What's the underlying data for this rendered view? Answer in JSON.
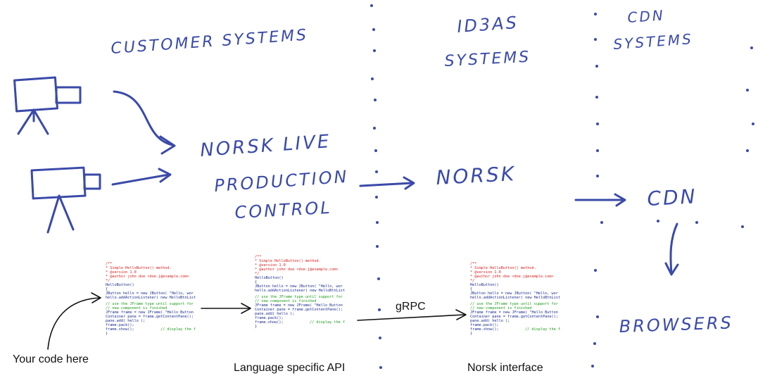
{
  "sketch": {
    "customer_systems": "CUSTOMER SYSTEMS",
    "id3as_line1": "ID3AS",
    "id3as_line2": "SYSTEMS",
    "cdn_systems_line1": "CDN",
    "cdn_systems_line2": "SYSTEMS",
    "norsk_live": "NORSK LIVE",
    "production": "PRODUCTION",
    "control": "CONTROL",
    "norsk": "NORSK",
    "cdn": "CDN",
    "browsers": "BROWSERS"
  },
  "code_snippet": {
    "comment_lines": [
      "/**",
      " * Simple HelloButton() method.",
      " * @version 1.0",
      " * @author john doe <doe.j@example.com>",
      " */"
    ],
    "body_lines": [
      "HelloButton()",
      "{",
      "  JButton hello = new JButton( \"Hello, wor",
      "  hello.addActionListener( new HelloBtnList"
    ],
    "green_lines": [
      "  // use the JFrame type until support for",
      "  // new component is finished"
    ],
    "tail_lines": [
      "  JFrame frame = new JFrame( \"Hello Button",
      "  Container pane = frame.getContentPane();",
      "  pane.add( hello );",
      "  frame.pack();",
      "  frame.show();"
    ],
    "trailing_comment": "// display the f",
    "closing": "}"
  },
  "labels": {
    "your_code": "Your code here",
    "language_api": "Language specific API",
    "grpc": "gRPC",
    "norsk_interface": "Norsk interface"
  },
  "colors": {
    "ink": "#3a4aa8",
    "comment": "#d62020",
    "green_comment": "#1a9a1a",
    "code": "#1a2a8a"
  }
}
